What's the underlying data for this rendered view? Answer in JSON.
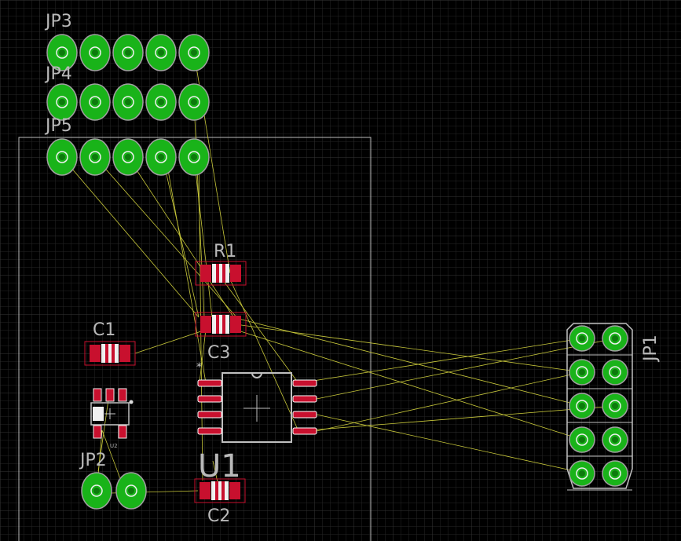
{
  "view": {
    "background": "#000000",
    "grid_color": "#2b2b2b",
    "grid_major_color": "#3a3a3a"
  },
  "colors": {
    "pad": "#19b319",
    "pad_dark": "#0d7a0d",
    "pad_ring": "#a0a0a0",
    "smd": "#c8102e",
    "outline": "#c0c0c0",
    "airwire": "#c8c83a",
    "board_outline": "#c0c0c0"
  },
  "parts": {
    "JP3": {
      "name": "JP3",
      "icon": "pin-header-1x5"
    },
    "JP4": {
      "name": "JP4",
      "icon": "pin-header-1x5"
    },
    "JP5": {
      "name": "JP5",
      "icon": "pin-header-1x5"
    },
    "R1": {
      "name": "R1",
      "icon": "smd-resistor"
    },
    "C1": {
      "name": "C1",
      "icon": "smd-capacitor"
    },
    "C2": {
      "name": "C2",
      "icon": "smd-capacitor"
    },
    "C3": {
      "name": "C3",
      "icon": "smd-capacitor"
    },
    "U1": {
      "name": "U1",
      "icon": "soic-8-package"
    },
    "U2": {
      "name": "U2",
      "icon": "sot-package"
    },
    "JP1": {
      "name": "JP1",
      "icon": "pin-header-2x5"
    },
    "JP2": {
      "name": "JP2",
      "icon": "pin-header-1x2"
    }
  }
}
